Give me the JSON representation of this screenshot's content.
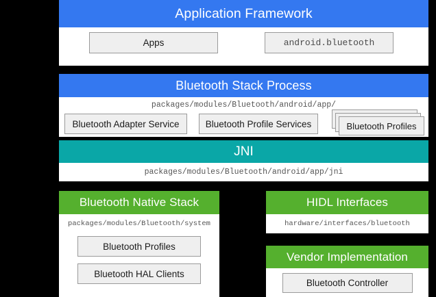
{
  "colors": {
    "background": "#000000",
    "blue": "#3478f0",
    "teal": "#0aa7a7",
    "green": "#55b02e",
    "box_fill": "#efefef",
    "box_border": "#9a9a9a",
    "panel_fill": "#ffffff",
    "path_text": "#555555"
  },
  "app_framework": {
    "title": "Application Framework",
    "apps_label": "Apps",
    "api_label": "android.bluetooth"
  },
  "stack_process": {
    "title": "Bluetooth Stack Process",
    "path": "packages/modules/Bluetooth/android/app/",
    "adapter_service_label": "Bluetooth Adapter Service",
    "profile_services_label": "Bluetooth Profile Services",
    "profiles_label": "Bluetooth Profiles"
  },
  "jni": {
    "title": "JNI",
    "path": "packages/modules/Bluetooth/android/app/jni"
  },
  "native_stack": {
    "title": "Bluetooth Native Stack",
    "path": "packages/modules/Bluetooth/system",
    "profiles_label": "Bluetooth Profiles",
    "hal_clients_label": "Bluetooth HAL Clients"
  },
  "hidl": {
    "title": "HIDL Interfaces",
    "path": "hardware/interfaces/bluetooth"
  },
  "vendor": {
    "title": "Vendor Implementation",
    "controller_label": "Bluetooth Controller"
  }
}
